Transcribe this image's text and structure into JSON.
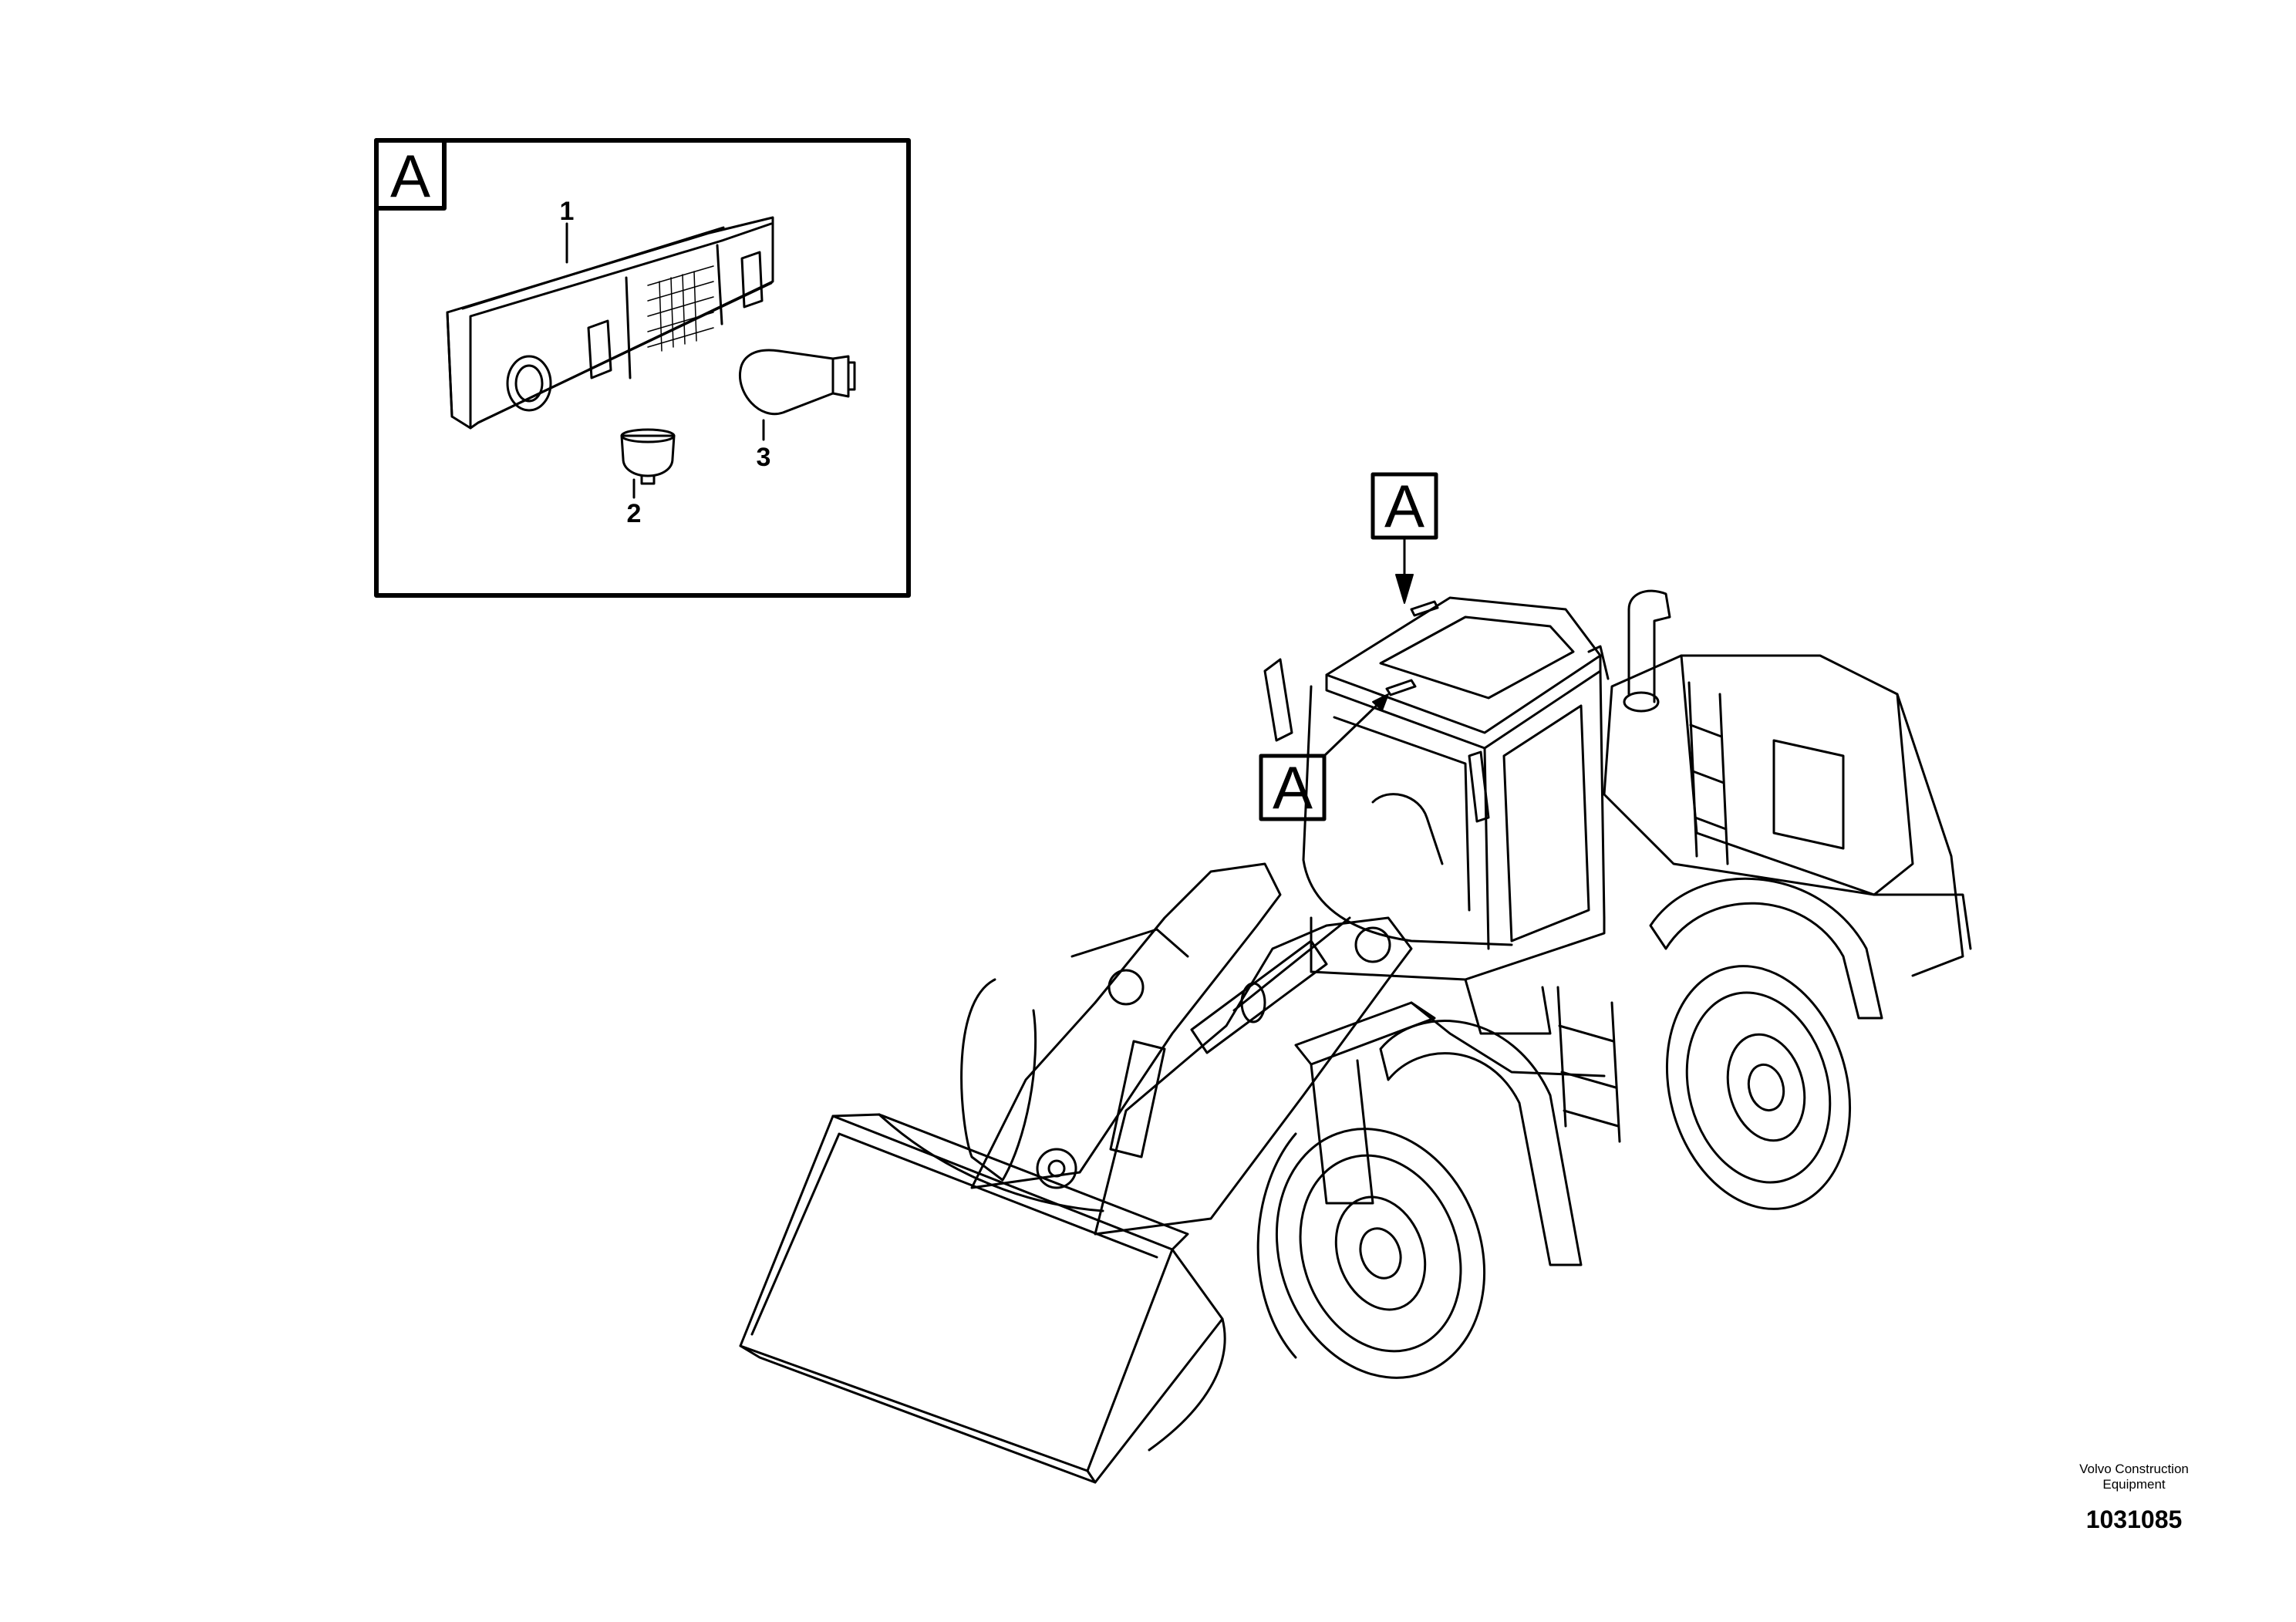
{
  "callouts": {
    "detail_letter": "A",
    "top_letter": "A",
    "side_letter": "A"
  },
  "parts": {
    "part_1": "1",
    "part_2": "2",
    "part_3": "3"
  },
  "footer": {
    "brand_line1": "Volvo Construction",
    "brand_line2": "Equipment",
    "drawing_number": "1031085"
  }
}
